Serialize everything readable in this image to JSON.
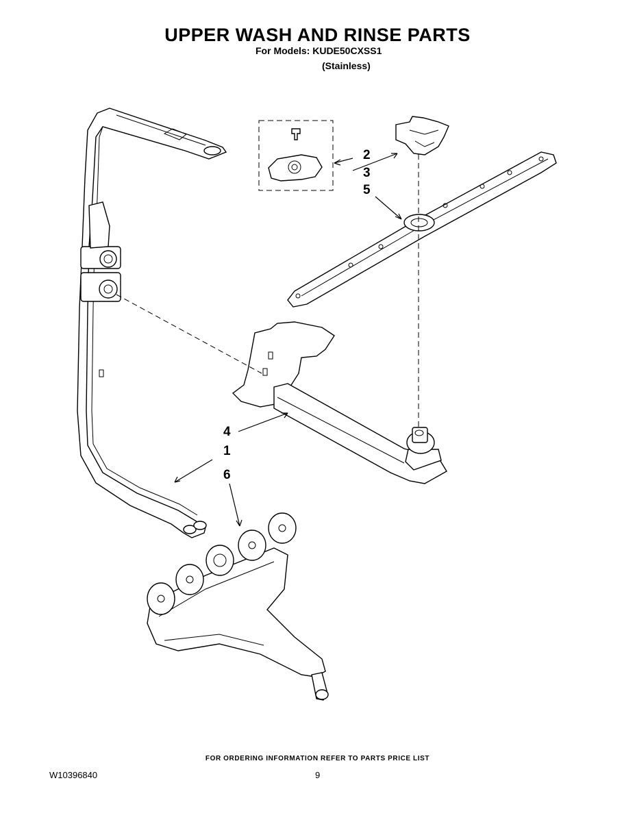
{
  "header": {
    "title": "UPPER WASH AND RINSE PARTS",
    "models_line": "For Models: KUDE50CXSS1",
    "finish_line": "(Stainless)"
  },
  "callouts": {
    "c2": "2",
    "c3": "3",
    "c5": "5",
    "c4": "4",
    "c1": "1",
    "c6": "6"
  },
  "footer": {
    "ordering_note": "FOR ORDERING INFORMATION REFER TO PARTS PRICE LIST",
    "doc_number": "W10396840",
    "page_number": "9"
  }
}
